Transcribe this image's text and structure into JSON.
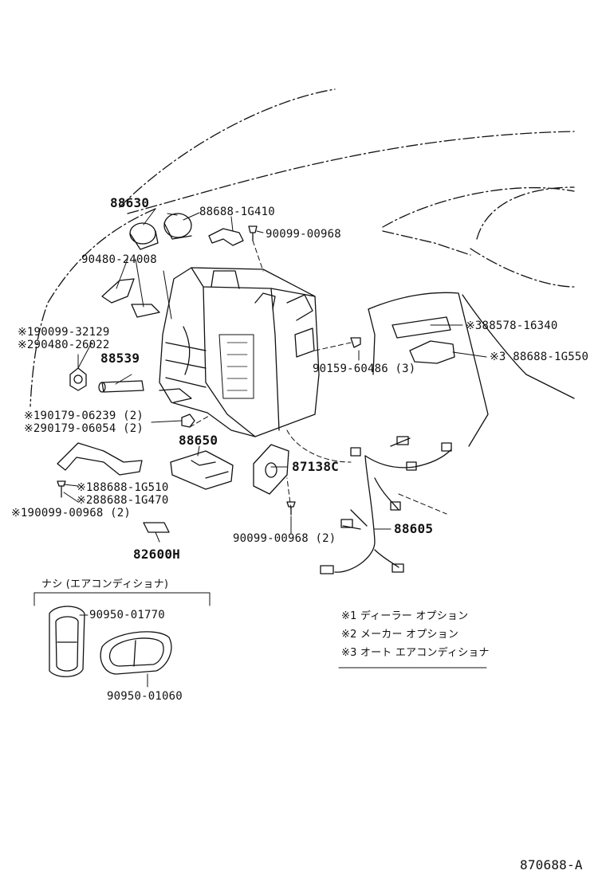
{
  "parts": {
    "p88630": "88630",
    "p886881g410": "88688-1G410",
    "p9009900968": "90099-00968",
    "p9048024008": "90480-24008",
    "p1_9009932129": "※190099-32129",
    "p2_9048026022": "※290480-26022",
    "p88539": "88539",
    "p1_9017906239": "※190179-06239 (2)",
    "p2_9017906054": "※290179-06054 (2)",
    "p88650": "88650",
    "p87138c": "87138C",
    "p1_886881g510": "※188688-1G510",
    "p2_886881g470": "※288688-1G470",
    "p1_9009900968_2": "※190099-00968 (2)",
    "p82600h": "82600H",
    "p9009900968_2": "90099-00968 (2)",
    "p88605": "88605",
    "p9015960486": "90159-60486 (3)",
    "p3_8857816340": "※388578-16340",
    "p3_886881g550": "※3 88688-1G550",
    "p9095001770": "90950-01770",
    "p9095001060": "90950-01060"
  },
  "group_label": "ナシ (エアコンディショナ)",
  "legend": {
    "l1": "※1  ディーラー  オプション",
    "l2": "※2  メーカー  オプション",
    "l3": "※3  オート  エアコンディショナ"
  },
  "diagram_code": "870688-A"
}
